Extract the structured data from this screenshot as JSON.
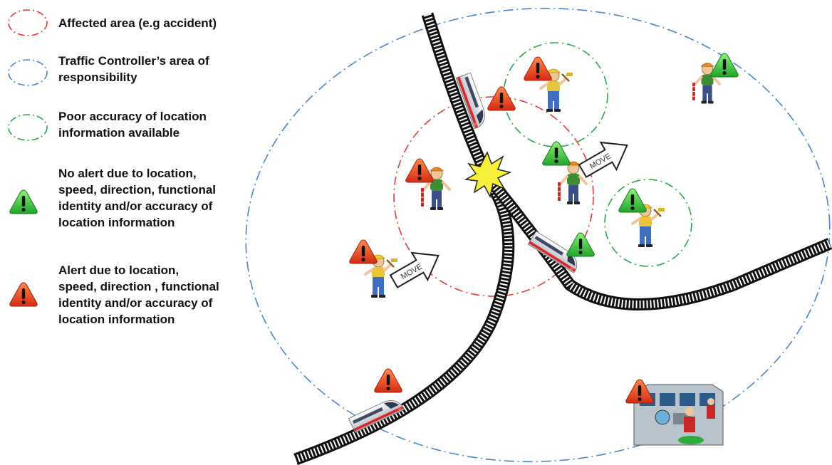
{
  "legend": [
    {
      "kind": "red-circle",
      "lines": [
        "Affected area (e.g accident)"
      ]
    },
    {
      "kind": "blue-circle",
      "lines": [
        "Traffic Controller’s area of",
        "responsibility"
      ]
    },
    {
      "kind": "green-circle",
      "lines": [
        "Poor accuracy of location",
        "information available"
      ]
    },
    {
      "kind": "green-alert",
      "lines": [
        "No alert due to location,",
        "speed, direction, functional",
        "identity and/or accuracy of",
        "location information"
      ]
    },
    {
      "kind": "red-alert",
      "lines": [
        "Alert due to location,",
        "speed, direction , functional",
        "identity and/or accuracy of",
        "location information"
      ]
    }
  ],
  "arrows": [
    {
      "label": "MOVE"
    },
    {
      "label": "MOVE"
    }
  ],
  "colors": {
    "affected_area": "#e8373a",
    "responsibility_area": "#4a86c8",
    "poor_accuracy": "#2aa84a",
    "alert_red": "#e24a1c",
    "alert_green": "#33c23b",
    "crash": "#f7ef3a"
  }
}
